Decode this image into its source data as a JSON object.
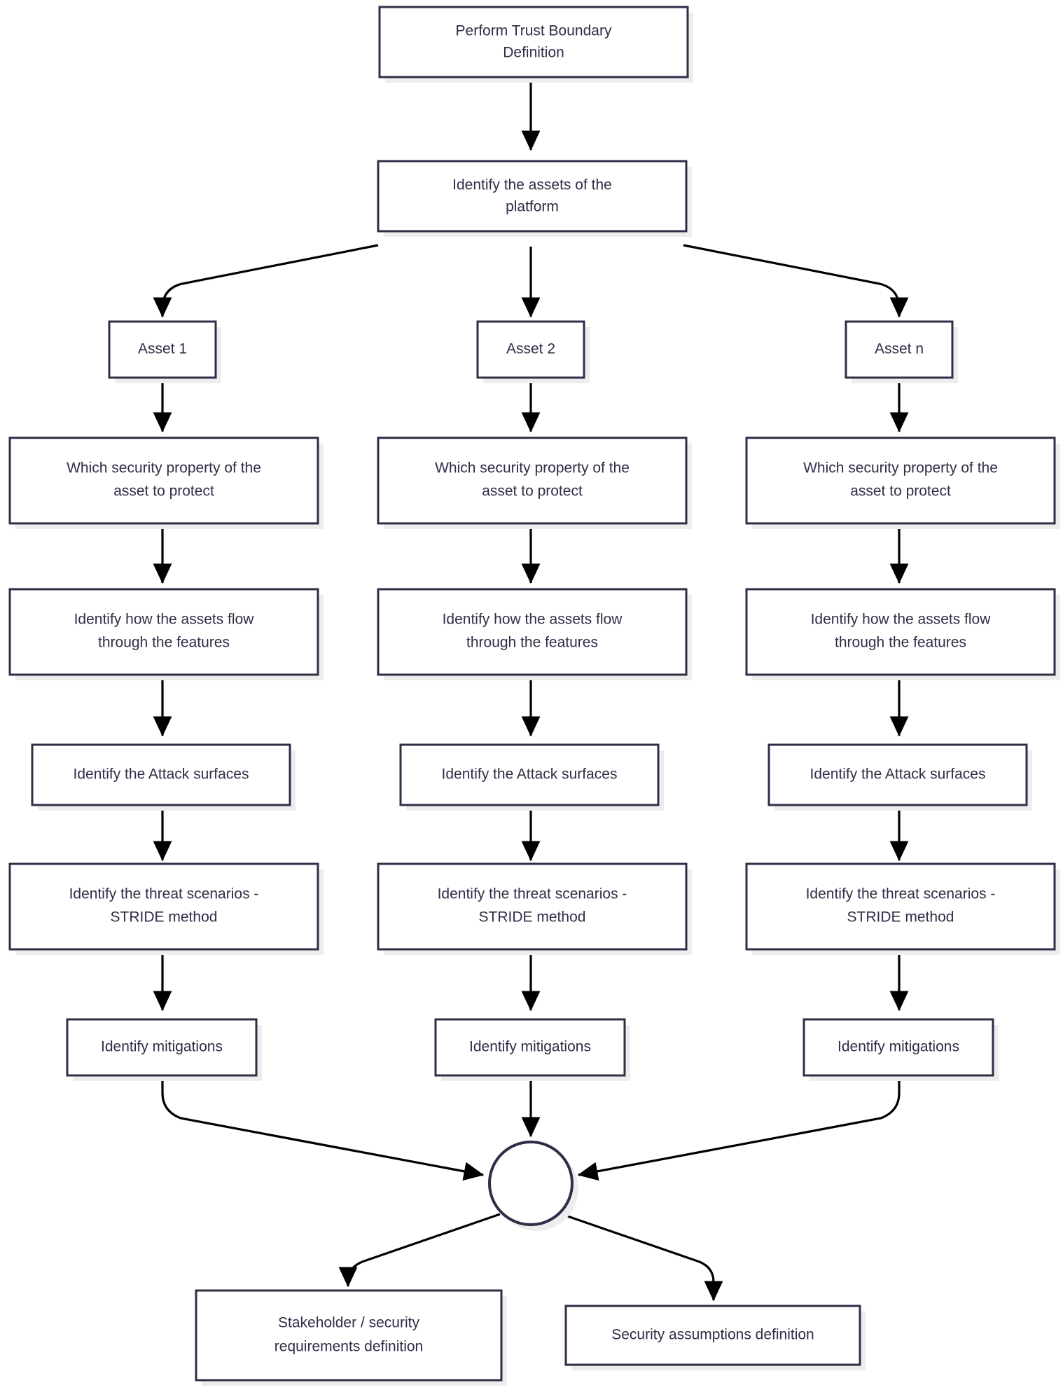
{
  "diagram": {
    "title": "Threat modeling methodology flowchart",
    "type": "flowchart",
    "colors": {
      "box_border": "#2e2e47",
      "box_fill": "#ffffff",
      "text": "#2e2e47",
      "edge": "#000000",
      "shadow": "#ededed",
      "background": "#ffffff"
    },
    "nodes": {
      "start": {
        "label_line1": "Perform Trust Boundary",
        "label_line2": "Definition"
      },
      "identify_assets": {
        "label_line1": "Identify the assets of the",
        "label_line2": "platform"
      },
      "asset1": {
        "label": "Asset 1"
      },
      "asset2": {
        "label": "Asset 2"
      },
      "assetn": {
        "label": "Asset n"
      },
      "security_property_1": {
        "label_line1": "Which security property of the",
        "label_line2": "asset to protect"
      },
      "security_property_2": {
        "label_line1": "Which security property of the",
        "label_line2": "asset to protect"
      },
      "security_property_3": {
        "label_line1": "Which security property of the",
        "label_line2": "asset to protect"
      },
      "assets_flow_1": {
        "label_line1": "Identify how the assets flow",
        "label_line2": "through the features"
      },
      "assets_flow_2": {
        "label_line1": "Identify how the assets flow",
        "label_line2": "through the features"
      },
      "assets_flow_3": {
        "label_line1": "Identify how the assets flow",
        "label_line2": "through the features"
      },
      "attack_surfaces_1": {
        "label": "Identify the Attack surfaces"
      },
      "attack_surfaces_2": {
        "label": "Identify the Attack surfaces"
      },
      "attack_surfaces_3": {
        "label": "Identify the Attack surfaces"
      },
      "threat_scenarios_1": {
        "label_line1": "Identify the threat scenarios -",
        "label_line2": "STRIDE method"
      },
      "threat_scenarios_2": {
        "label_line1": "Identify the threat scenarios -",
        "label_line2": "STRIDE method"
      },
      "threat_scenarios_3": {
        "label_line1": "Identify the threat scenarios -",
        "label_line2": "STRIDE method"
      },
      "mitigations_1": {
        "label": "Identify mitigations"
      },
      "mitigations_2": {
        "label": "Identify mitigations"
      },
      "mitigations_3": {
        "label": "Identify mitigations"
      },
      "junction": {
        "label": ""
      },
      "stakeholder_requirements": {
        "label_line1": "Stakeholder / security",
        "label_line2": "requirements definition"
      },
      "security_assumptions": {
        "label": "Security assumptions definition"
      }
    },
    "edges": [
      {
        "from": "start",
        "to": "identify_assets"
      },
      {
        "from": "identify_assets",
        "to": "asset1"
      },
      {
        "from": "identify_assets",
        "to": "asset2"
      },
      {
        "from": "identify_assets",
        "to": "assetn"
      },
      {
        "from": "asset1",
        "to": "security_property_1"
      },
      {
        "from": "asset2",
        "to": "security_property_2"
      },
      {
        "from": "assetn",
        "to": "security_property_3"
      },
      {
        "from": "security_property_1",
        "to": "assets_flow_1"
      },
      {
        "from": "security_property_2",
        "to": "assets_flow_2"
      },
      {
        "from": "security_property_3",
        "to": "assets_flow_3"
      },
      {
        "from": "assets_flow_1",
        "to": "attack_surfaces_1"
      },
      {
        "from": "assets_flow_2",
        "to": "attack_surfaces_2"
      },
      {
        "from": "assets_flow_3",
        "to": "attack_surfaces_3"
      },
      {
        "from": "attack_surfaces_1",
        "to": "threat_scenarios_1"
      },
      {
        "from": "attack_surfaces_2",
        "to": "threat_scenarios_2"
      },
      {
        "from": "attack_surfaces_3",
        "to": "threat_scenarios_3"
      },
      {
        "from": "threat_scenarios_1",
        "to": "mitigations_1"
      },
      {
        "from": "threat_scenarios_2",
        "to": "mitigations_2"
      },
      {
        "from": "threat_scenarios_3",
        "to": "mitigations_3"
      },
      {
        "from": "mitigations_1",
        "to": "junction"
      },
      {
        "from": "mitigations_2",
        "to": "junction"
      },
      {
        "from": "mitigations_3",
        "to": "junction"
      },
      {
        "from": "junction",
        "to": "stakeholder_requirements"
      },
      {
        "from": "junction",
        "to": "security_assumptions"
      }
    ]
  }
}
